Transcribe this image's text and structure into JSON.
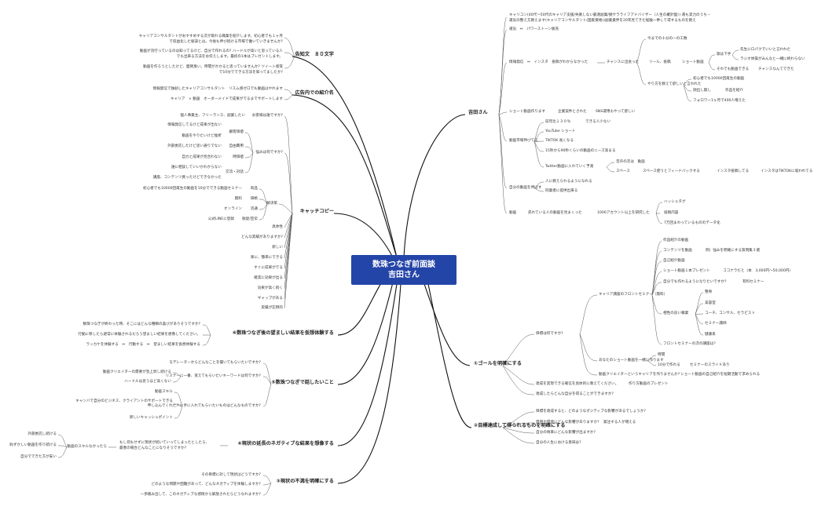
{
  "root": {
    "line1": "数珠つなぎ前面談",
    "line2": "吉田さん"
  },
  "branches": {
    "yoshida": "吉田さん",
    "goal": "①ゴールを明確にする",
    "achieve": "②目標達成して得られるものを明確にする",
    "fumanzoku": "③現状の不満を明確にする",
    "negative": "④現状の延長のネガティブな結果を想像する",
    "talk": "⑤数珠つなぎで話したいこと",
    "after": "⑥数珠つなぎ後の望ましい結果を仮想体験する",
    "catch": "キャッチコピー",
    "ad": "広告内での紹介名",
    "notice": "告知文　８０文字"
  },
  "yoshida": {
    "career1": "キャリコン(40代〜50代のキャリア支援/失敗しない最適副業/脱サラライフアドバイザー（人生の羅針盤）) 運も実力のうち・",
    "career2": "運気の整え方教えます(キャリアコンサルタント(国家資格))副業業界を20年見てきた経験一挙して得するものを教え",
    "unsei": "運気　⇔　パワーストーン販売",
    "joho": "情報発信　⇔　インスタ　投稿がわからなかった",
    "chance": "チャンスに出会った",
    "reel": "リール、投稿",
    "short": "ショート動画",
    "imamade": "今までの十分の一の工数",
    "heta": "歌は下手",
    "heta1": "先生にロパクでいいと言われた",
    "heta2": "ラジオ体操がみんなと一緒に終わらない",
    "soredemo": "それでも動画できる",
    "chance2": "チャンスなんてできた",
    "yarikata": "やり方を教えて欲しいと言われた",
    "shoshin": "初心者でも10000回再生の動画",
    "hanasu": "顔出し無し",
    "sakuhin": "作品を紹介",
    "follower": "フォロワー1ヶ月で400人増えた",
    "short2": "ショート動画作ります",
    "kigyo": "企業案件とされた",
    "sns": "SNS運用もやって欲しい",
    "douga": "動画市場伸びてる",
    "zen": "前年比１３０％",
    "dekiru": "できる人少ない",
    "yt": "YouTube ショート",
    "tiktok": "TIKTOK 長くなる",
    "needs": "15秒から90秒くらいの動画のニーズ高まる",
    "twitter": "Twitter動画に入れていく予測",
    "onsei": "音声の次は　動画",
    "space": "スペース",
    "space2": "スペース使うとフィードバックする",
    "insta": "インスタ投稿してる",
    "instaok": "インスタはTIKTOKに吸われてる",
    "jibun": "自分の動画を伸ばす",
    "hito": "人に教えられるようになれる",
    "dogyo": "同業者に提供出来る",
    "dg": "動画",
    "ureteru": "売れている人の動画を見まくった",
    "k1000": "1000アカウント以上を研究した",
    "hash": "ハッシュタグ",
    "tokou": "投稿内容",
    "d7": "7万回まわっているもののデータ化"
  },
  "goal": {
    "mokuhyo": "目標は何ですか?",
    "front": "キャリア講座のフロントセミナー（無料）",
    "sakuhin": "作品紹介の動画",
    "content": "コンテンツを動画",
    "rei": "例）強みを明確にする質問集３選",
    "jiko": "自己紹介動画",
    "short1": "ショート動画１本プレゼント",
    "kokoro": "ココナラだと（本　3,000円〜50,000円）",
    "jibun": "自分でも作れるようになりたいですか?",
    "yuryo": "有料セミナー",
    "kanren": "相性の良い職業",
    "k1": "整骨",
    "k2": "美容室",
    "k3": "コーチ、コンサル、セラピスト",
    "k4": "セミナー講師",
    "k5": "健康系",
    "frontnext": "フロントセミナーの次の講座は?",
    "anata": "あなたのショート動画を一緒に作ります",
    "jikan": "時間",
    "min10": "10分で作れる",
    "slide": "セミナーのスライドあり",
    "creator": "動画クリエイターというキャリアを作りませんか?",
    "sub": "ショート動画の自己紹介を短期活動で求められる",
    "tassei": "達成を実現できる確信を具体的に教えてください。",
    "sorekara": "作り方動画のプレゼント",
    "tassei2": "達成したらどんな自分を得ることができますか?"
  },
  "achieve": {
    "a1": "目標を達成すると、どのようなポジティブな影響があるでしょうか?",
    "a2": "周囲や環境にどんな影響がありますか?",
    "a2b": "発注する人が増える",
    "a3": "自分の将来にどんな影響が出ますか?",
    "a4": "自分の人生における意味は?"
  },
  "fumanzoku": {
    "f1": "その目標に対して現状はどうですか?",
    "f2": "どのような問題や困難があって、どんなネガティブを体験しますか?",
    "f3": "一歩踏み出して、このネガティブな感情から解放されたらどうなれますか?"
  },
  "negative": {
    "n1": "もし何もせずに現状が続いていってしまったとしたら、",
    "n2": "最悪の場合どんなことになりそうですか?",
    "n3": "動画のスキルなかったら",
    "n4": "外部委託し続ける",
    "n5": "恥ずかしい動画を作り続ける",
    "n6": "自分でできた方が安い"
  },
  "talk": {
    "t1": "モデレーターからどんなことを聞いてもらいたいですか?",
    "t2": "リスナーに一番、覚えてもらいたいキーワードは何ですか?",
    "t3": "動画クリエイターの需要が急上昇し続ける",
    "t4": "ハードルは思うほど高くない",
    "t5": "動画スキル",
    "t6": "キャンバで自分のビジネス、クライアントのサポートできる",
    "t7": "新しいキャッシュポイント",
    "t8": "申し込んでくれた人に手に入れてもらいたいものはどんなものですか?"
  },
  "after": {
    "af1": "数珠つなぎが終わった時、そこにはどんな種類の喜びがありそうですか?",
    "af2": "行動に移したら避常に体験されるだろう望ましい結果を想像してください。",
    "af3": "ラッカケを体験する　⇔　行動する　⇔　望ましい結果を仮想体験する"
  },
  "catch": {
    "c1": "お客様は誰ですか?",
    "c1a": "個人事業主、フリーランス、副業したい",
    "c2": "悩みは何ですか?",
    "c2a": "顧客価値",
    "c2a1": "情報発信してるけど成果が出ない",
    "c2a2": "動画をやりたいけど挫折",
    "c2b": "自由費用",
    "c2b1": "外部委託したけど思い通りでない",
    "c2c": "時価値",
    "c2c1": "自力と成果が見合わない",
    "c2d": "交流・対話",
    "c2d1": "誰に相談していいかわからない",
    "c2d2": "講座、コンテンツ買ったけどできなかった",
    "c3": "解決策",
    "c3a": "商品",
    "c3a1": "初心者でも10000回再生の動画を10分でできる動画セミナー",
    "c3b": "価格",
    "c3b1": "無料",
    "c3c": "流通",
    "c3c1": "オンライン",
    "c3d": "販促/宣伝",
    "c3d1": "公式LINEに登録",
    "c4": "具体性",
    "c5": "どんな実績がありますか?",
    "c6": "新しい",
    "c7": "楽に、簡単にできる",
    "c8": "すぐに成果がでる",
    "c9": "確実に効果が出る",
    "c10": "効果が高く続く",
    "c11": "ギャップがある",
    "c12": "実績が圧倒的"
  },
  "ad": {
    "a1": "情報発信で独創したキャリアコンサルタント　リスム感ゼロでも動画はやれます",
    "a2": "キャリア　× 動画　オーダーメイドで成果がでるまでサポートします"
  },
  "notice": {
    "n1": "キャリアコンサルタントがおすすめする次が取れる職業を紹介します。初心者でも１ヶ月",
    "n2": "で収益化した秘訣とは。今後も伸び続ける市場で働いていきませんか?",
    "n3": "動画が流行っているのは知ってるけど、自分で作れるの? ハードルが高いと思っている人",
    "n4": "でも出来る方法をお伝えします。最初の1本はプレゼントします。",
    "n5": "動画を作ろうとしたけど、面倒臭い。時間がかかると思っていませんか? ツイート感覚",
    "n6": "で10分でできる方法を知ってましたか?"
  }
}
